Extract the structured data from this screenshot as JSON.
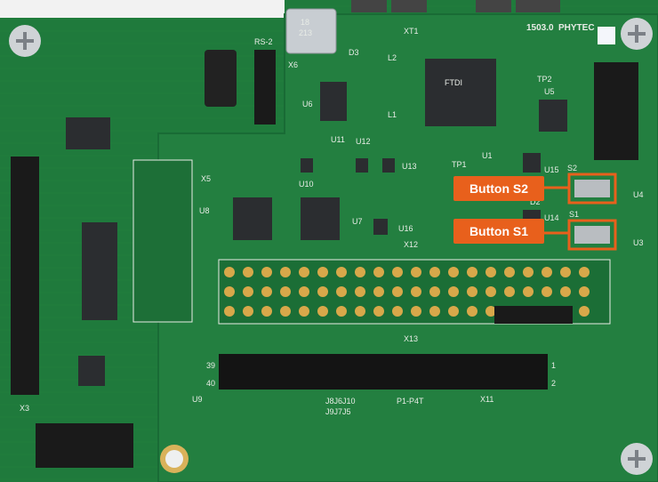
{
  "callouts": {
    "s2": "Button S2",
    "s1": "Button S1"
  },
  "board": {
    "brand": "PHYTEC",
    "part_no": "1503.0",
    "usb_label": "213",
    "usb_label2": "18",
    "chip_label": "FTDI",
    "labels": {
      "x6": "X6",
      "d3": "D3",
      "xt1": "XT1",
      "l2": "L2",
      "tp2": "TP2",
      "u6": "U6",
      "l1": "L1",
      "u5": "U5",
      "u11": "U11",
      "u12": "U12",
      "u13": "U13",
      "u1": "U1",
      "tp1": "TP1",
      "u10": "U10",
      "u15": "U15",
      "s2": "S2",
      "x5": "X5",
      "u8": "U8",
      "u7": "U7",
      "u16": "U16",
      "u14": "U14",
      "s1": "S1",
      "x12": "X12",
      "x13": "X13",
      "u9": "U9",
      "x3": "X3",
      "x11": "X11",
      "jumpers1": "J8J6J10",
      "jumpers2": "J9J7J5",
      "p1": "P1-P4T",
      "rs2": "RS-2",
      "u4": "U4",
      "u3": "U3",
      "d2": "D2",
      "pin39": "39",
      "pin40": "40",
      "pin1": "1",
      "pin2": "2"
    }
  },
  "colors": {
    "callout": "#e8601c",
    "pcb": "#1f7a3c",
    "pcb_dark": "#166231",
    "silkscreen": "#e8ece6"
  }
}
